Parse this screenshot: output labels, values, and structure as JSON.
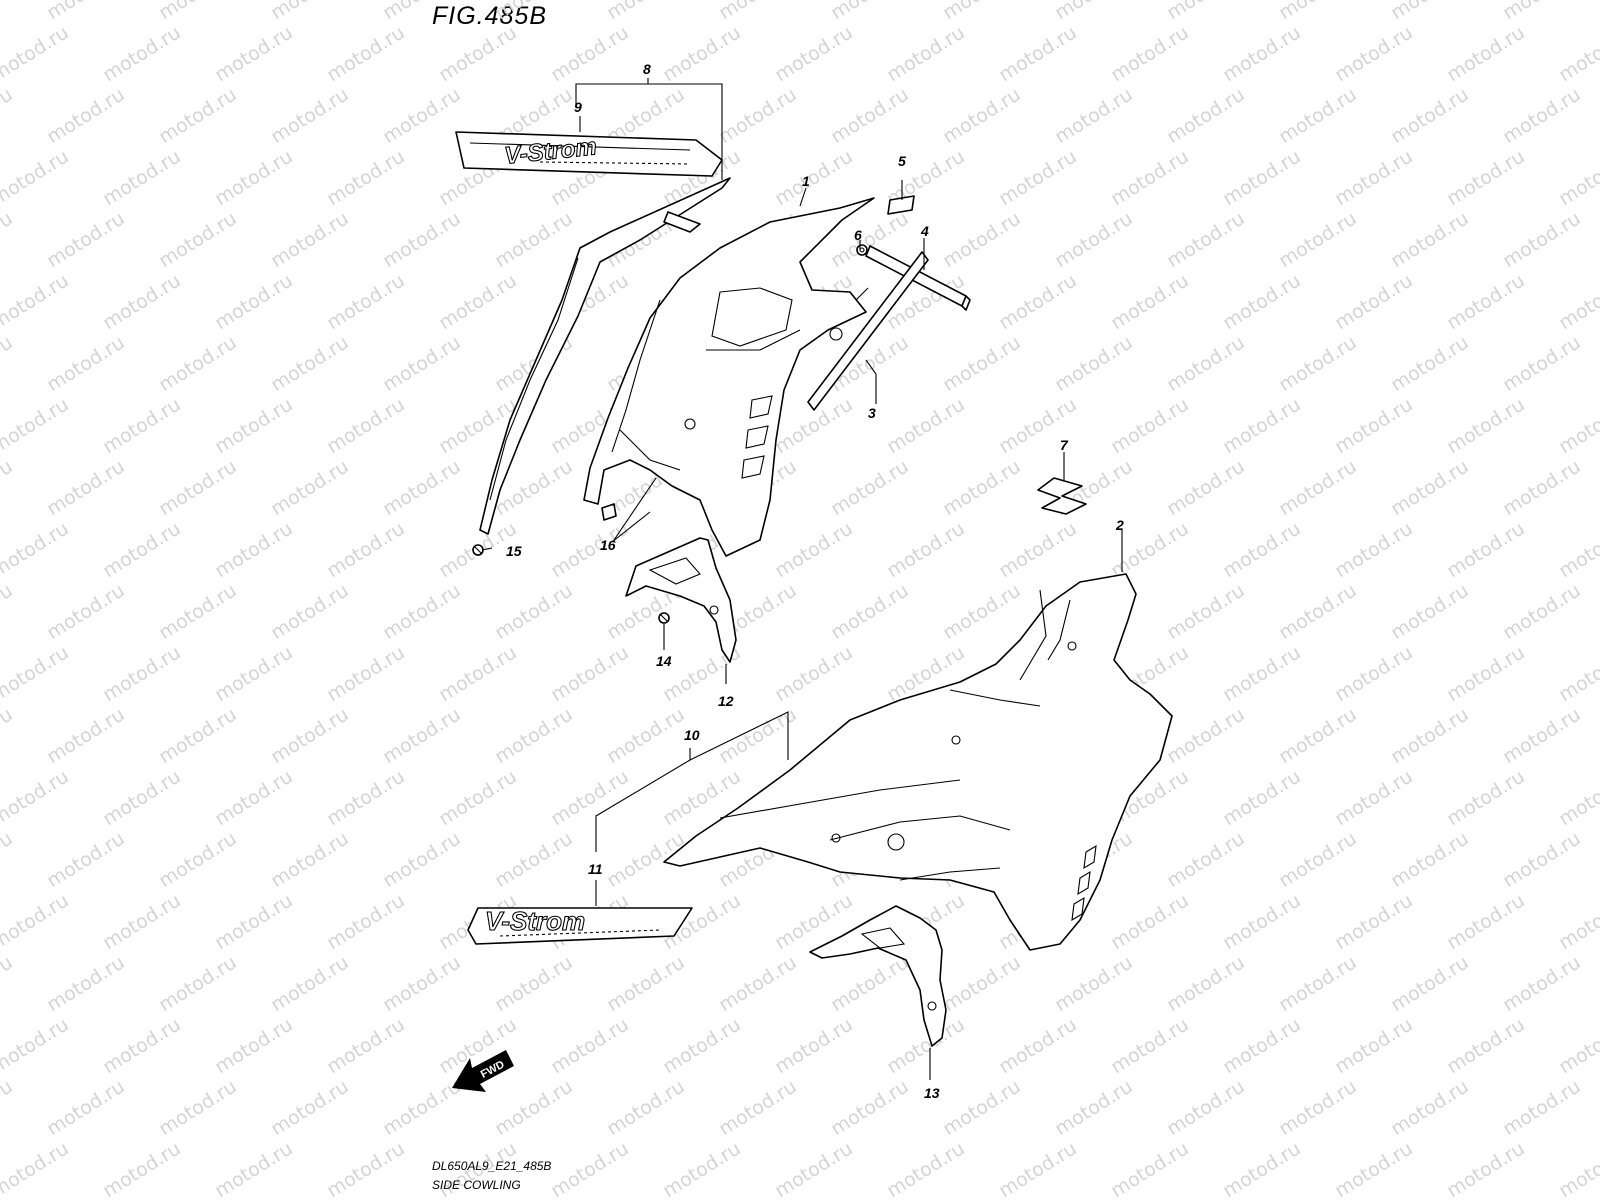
{
  "figure": {
    "title": "FIG.485B",
    "code": "DL650AL9_E21_485B",
    "name": "SIDE COWLING"
  },
  "watermark": "motod.ru",
  "fwd_label": "FWD",
  "emblem_text": "V-Strom",
  "callouts": {
    "c1": "1",
    "c2": "2",
    "c3": "3",
    "c4": "4",
    "c5": "5",
    "c6": "6",
    "c7": "7",
    "c8": "8",
    "c9": "9",
    "c10": "10",
    "c11": "11",
    "c12": "12",
    "c13": "13",
    "c14": "14",
    "c15": "15",
    "c16": "16"
  }
}
